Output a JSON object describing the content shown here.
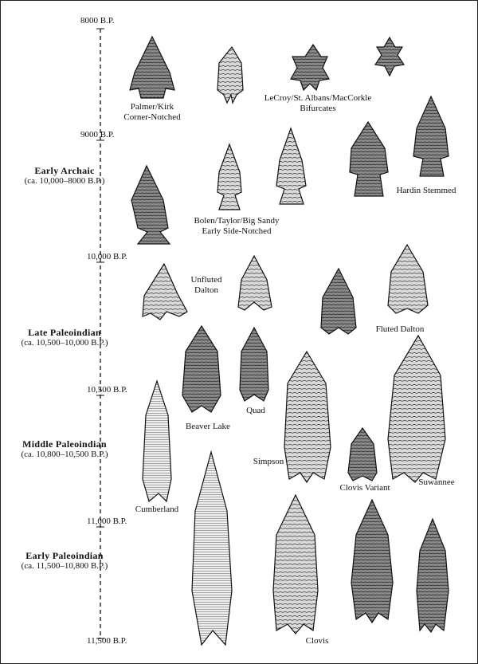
{
  "timeline": {
    "dates": [
      "8000 B.P.",
      "9000 B.P.",
      "10,000 B.P.",
      "10,500 B.P.",
      "11,000 B.P.",
      "11,500 B.P."
    ]
  },
  "periods": [
    {
      "name": "Early  Archaic",
      "range": "(ca. 10,000–8000 B.P.)"
    },
    {
      "name": "Late Paleoindian",
      "range": "(ca. 10,500–10,000 B.P.)"
    },
    {
      "name": "Middle Paleoindian",
      "range": "(ca. 10,800–10,500 B.P.)"
    },
    {
      "name": "Early  Paleoindian",
      "range": "(ca. 11,500–10,800 B.P.)"
    }
  ],
  "point_types": [
    {
      "lines": [
        "Palmer/Kirk",
        "Corner-Notched"
      ]
    },
    {
      "lines": [
        "LeCroy/St. Albans/MacCorkle",
        "Bifurcates"
      ]
    },
    {
      "lines": [
        "Bolen/Taylor/Big Sandy",
        "Early Side-Notched"
      ]
    },
    {
      "lines": [
        "Hardin Stemmed"
      ]
    },
    {
      "lines": [
        "Unfluted",
        "Dalton"
      ]
    },
    {
      "lines": [
        "Fluted Dalton"
      ]
    },
    {
      "lines": [
        "Beaver Lake"
      ]
    },
    {
      "lines": [
        "Quad"
      ]
    },
    {
      "lines": [
        "Simpson"
      ]
    },
    {
      "lines": [
        "Clovis Variant"
      ]
    },
    {
      "lines": [
        "Suwannee"
      ]
    },
    {
      "lines": [
        "Cumberland"
      ]
    },
    {
      "lines": [
        "Clovis"
      ]
    }
  ]
}
